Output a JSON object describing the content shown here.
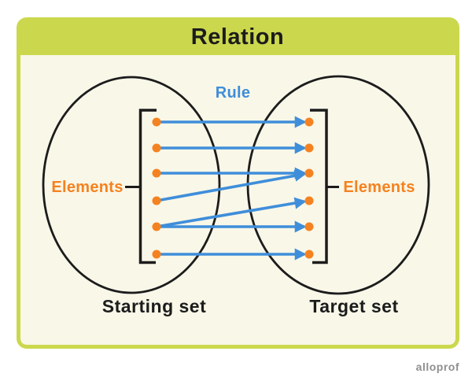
{
  "title": "Relation",
  "labels": {
    "rule": "Rule",
    "elements_left": "Elements",
    "elements_right": "Elements",
    "starting_set": "Starting set",
    "target_set": "Target set"
  },
  "watermark": "alloprof",
  "colors": {
    "card_green": "#cbd84e",
    "panel_cream": "#f9f7e8",
    "ink_black": "#1c1c1c",
    "element_orange": "#f58220",
    "arrow_blue": "#3f8eda",
    "watermark_gray": "#8f8f8f"
  },
  "diagram": {
    "left_element_count": 6,
    "right_element_count": 6,
    "mappings": [
      {
        "from": 1,
        "to": 1
      },
      {
        "from": 2,
        "to": 2
      },
      {
        "from": 3,
        "to": 3
      },
      {
        "from": 4,
        "to": 3
      },
      {
        "from": 5,
        "to": 4
      },
      {
        "from": 5,
        "to": 5
      },
      {
        "from": 6,
        "to": 6
      }
    ]
  }
}
